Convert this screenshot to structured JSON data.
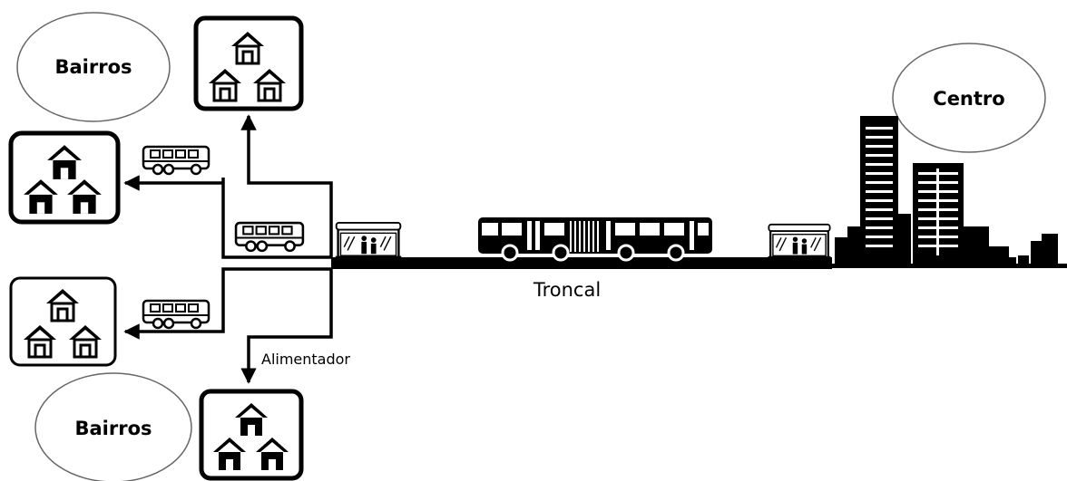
{
  "labels": {
    "bairros_top": "Bairros",
    "bairros_bottom": "Bairros",
    "centro": "Centro",
    "troncal": "Troncal",
    "alimentador": "Alimentador"
  },
  "icons": {
    "neighborhood": "house-cluster-icon",
    "feeder_bus": "bus-icon",
    "articulated_bus": "articulated-bus-icon",
    "station": "bus-station-icon",
    "city": "skyscraper-icon"
  },
  "colors": {
    "line": "#000000",
    "background": "#ffffff"
  }
}
